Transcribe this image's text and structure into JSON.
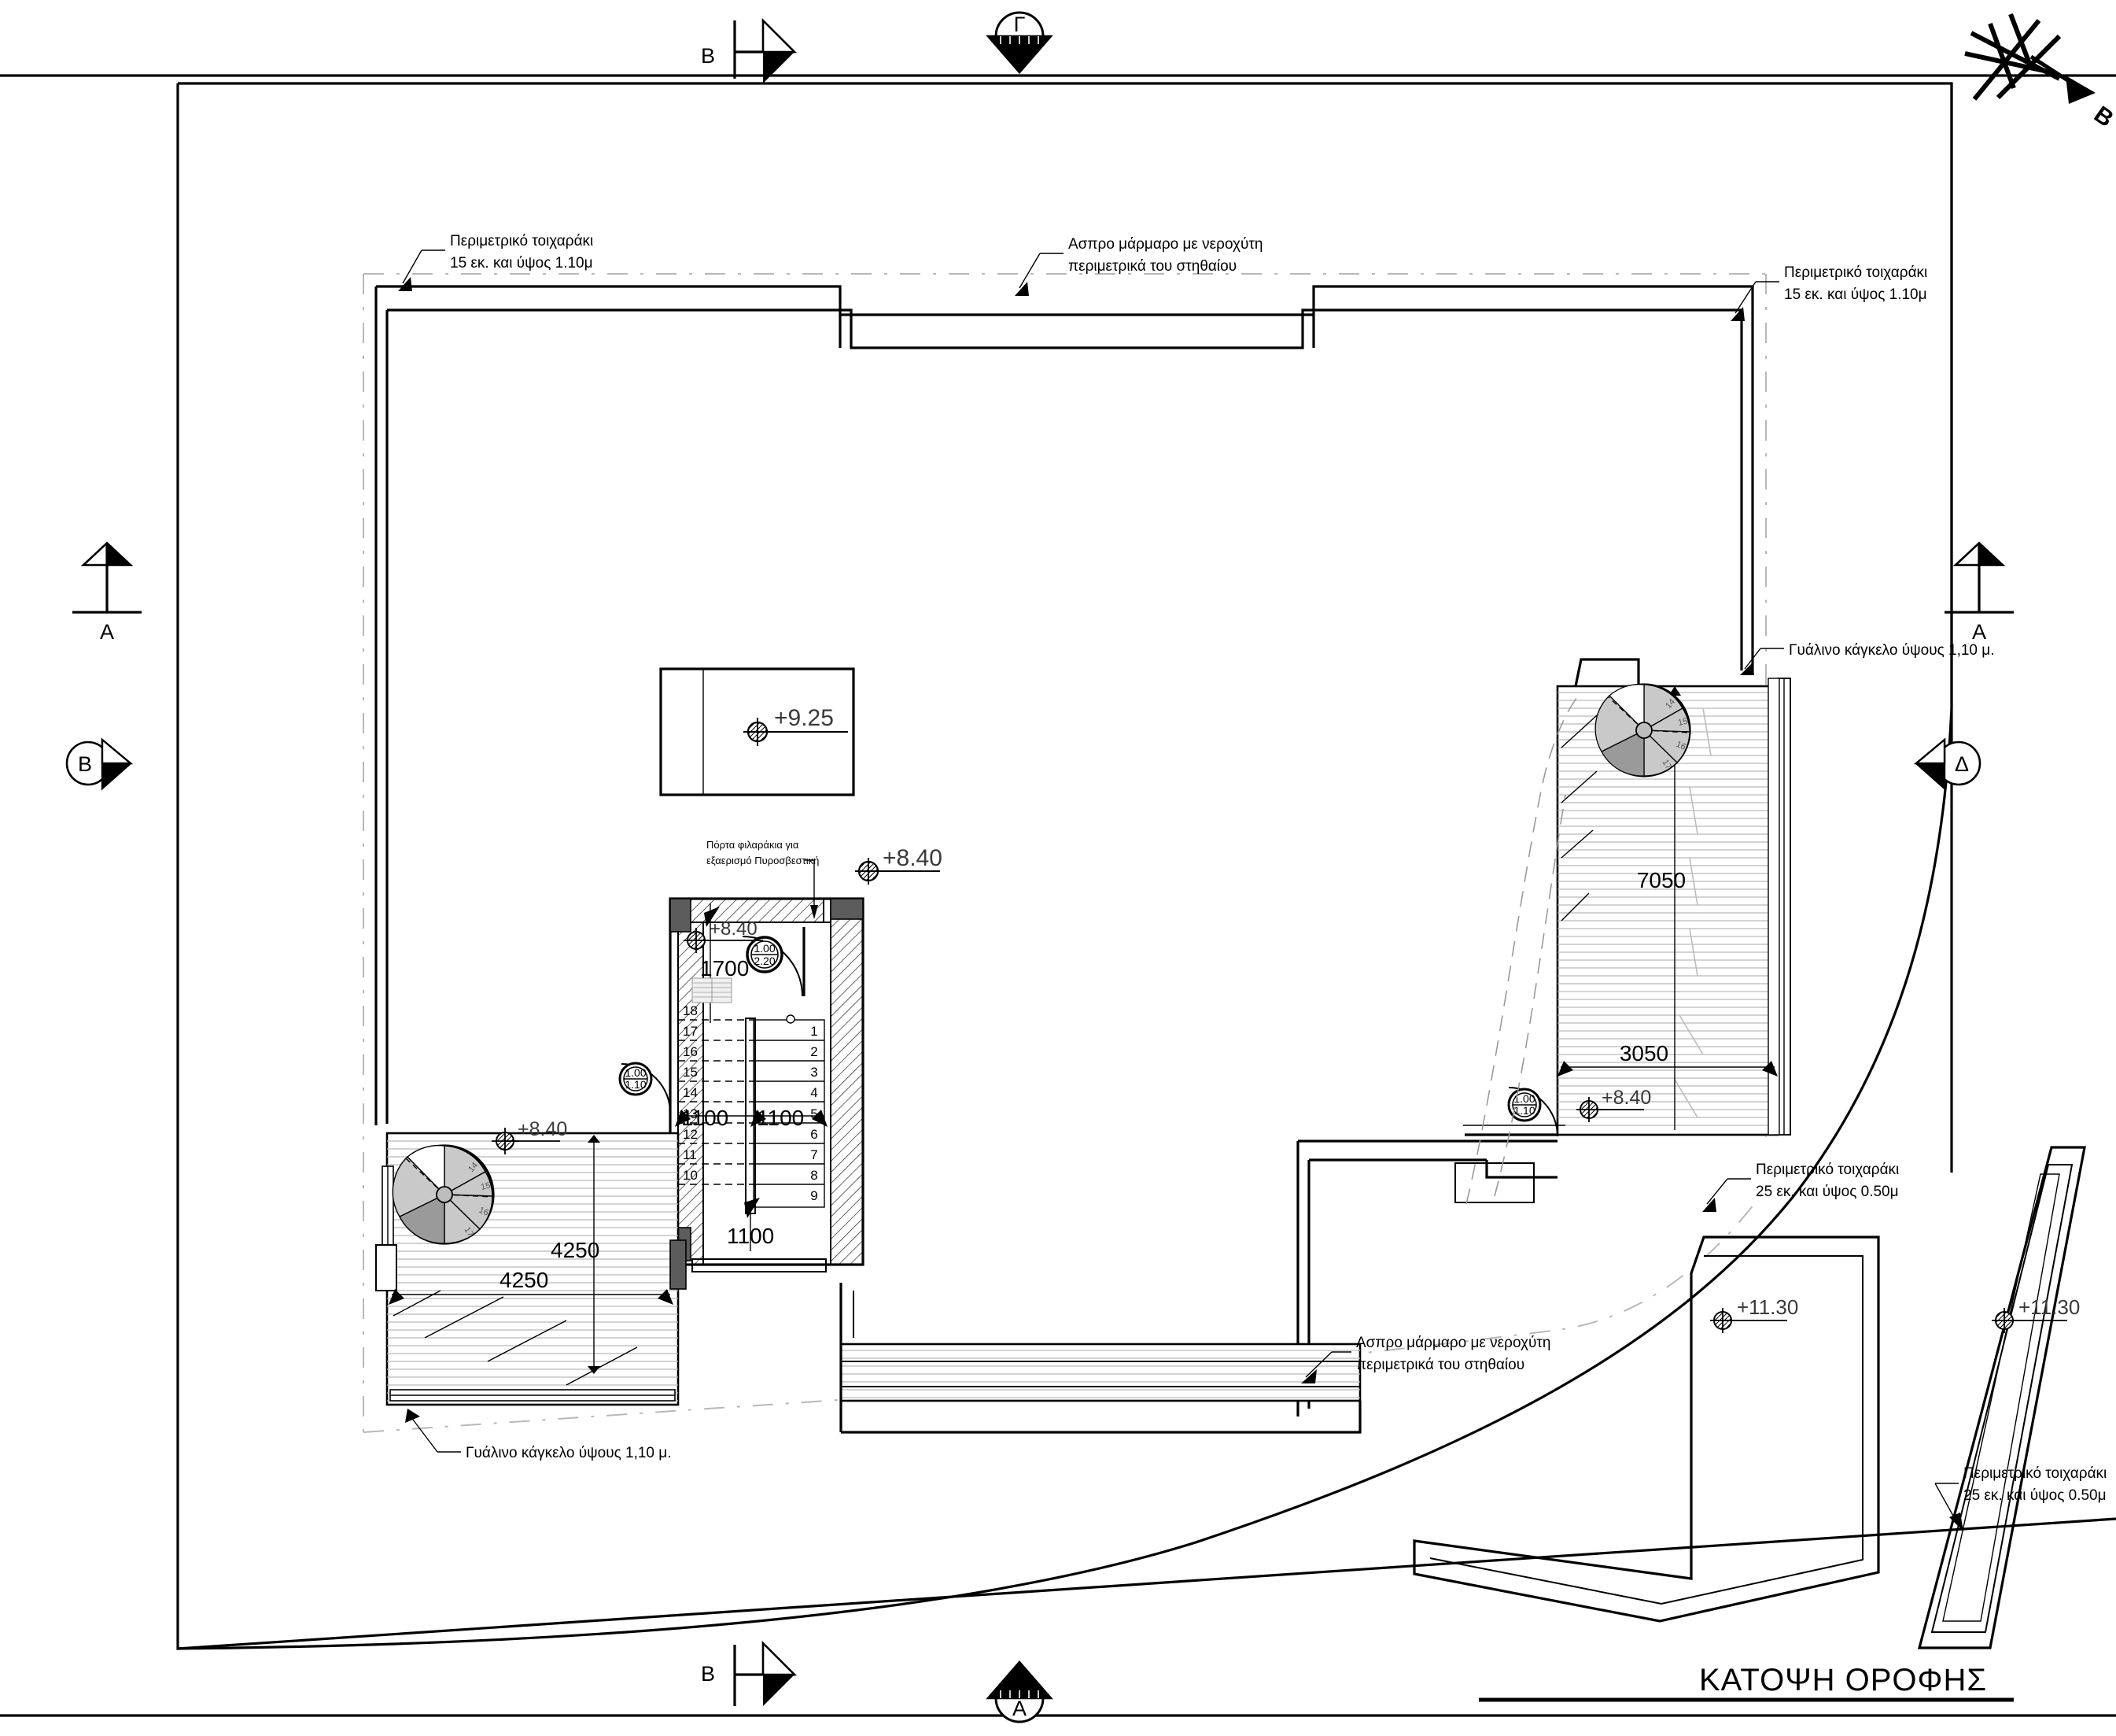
{
  "drawing": {
    "title": "ΚΑΤΟΨΗ ΟΡΟΦΗΣ",
    "type": "architectural-roof-plan"
  },
  "annotations": {
    "parapet_left": {
      "line1": "Περιμετρικό τοιχαράκι",
      "line2": "15 εκ. και ύψος 1.10μ"
    },
    "marble_top": {
      "line1": "Ασπρο μάρμαρο με νεροχύτη",
      "line2": "περιμετρικά του στηθαίου"
    },
    "parapet_right": {
      "line1": "Περιμετρικό τοιχαράκι",
      "line2": "15 εκ. και ύψος 1.10μ"
    },
    "glass_rail_right": "Γυάλινο κάγκελο ύψους 1,10 μ.",
    "glass_rail_left": "Γυάλινο κάγκελο ύψους 1,10 μ.",
    "parapet_br_upper": {
      "line1": "Περιμετρικό τοιχαράκι",
      "line2": "25 εκ. και ύψος 0.50μ"
    },
    "parapet_br_lower": {
      "line1": "Περιμετρικό τοιχαράκι",
      "line2": "25 εκ. και ύψος 0.50μ"
    },
    "marble_bottom": {
      "line1": "Ασπρο μάρμαρο με νεροχύτη",
      "line2": "περιμετρικά του στηθαίου"
    },
    "fire_vent_door": {
      "line1": "Πόρτα φιλαράκια για",
      "line2": "εξαερισμό Πυροσβεστική"
    }
  },
  "levels": {
    "core_roof": "+9.25",
    "stair_landing": "+8.40",
    "stair_room": "+8.40",
    "left_terrace": "+8.40",
    "right_terrace": "+8.40",
    "pergola_left": "+11.30",
    "pergola_right": "+11.30"
  },
  "dimensions": {
    "stair_room_width": "1700",
    "stair_flight_left": "1100",
    "stair_flight_right": "1100",
    "stair_total_width": "1100",
    "left_terrace_height": "4250",
    "left_terrace_width": "4250",
    "right_terrace_height": "7050",
    "right_terrace_width": "3050"
  },
  "door_tags": {
    "fire_door": {
      "width": "1.00",
      "height": "2.20"
    },
    "left_terrace_door": {
      "width": "1.00",
      "height": "1.10"
    },
    "right_terrace_door": {
      "width": "1.00",
      "height": "1.10"
    }
  },
  "section_markers": {
    "top_left": "B",
    "top_center": "Γ",
    "left_upper": "A",
    "left_lower": "B",
    "right_upper": "A",
    "right_lower": "Δ",
    "bottom_left": "B",
    "bottom_center": "A"
  },
  "compass": {
    "label": "B"
  },
  "stairs": {
    "right_flight_numbers": [
      "1",
      "2",
      "3",
      "4",
      "5",
      "6",
      "7",
      "8",
      "9"
    ],
    "left_flight_numbers": [
      "18",
      "17",
      "16",
      "15",
      "14",
      "13",
      "12",
      "11",
      "10"
    ],
    "spiral_left_numbers": [
      "14",
      "15",
      "16",
      "17"
    ],
    "spiral_right_numbers": [
      "14",
      "15",
      "16",
      "17"
    ]
  },
  "colors": {
    "ink": "#000000",
    "deck_hatch": "#b9b9b9",
    "grey_dash": "#b8b8b8",
    "level_text": "#3a3a3a",
    "solid_fill": "#5c5c5c",
    "tread_fill": "#c9c9c9",
    "tread_fill_dark": "#9a9a9a"
  }
}
